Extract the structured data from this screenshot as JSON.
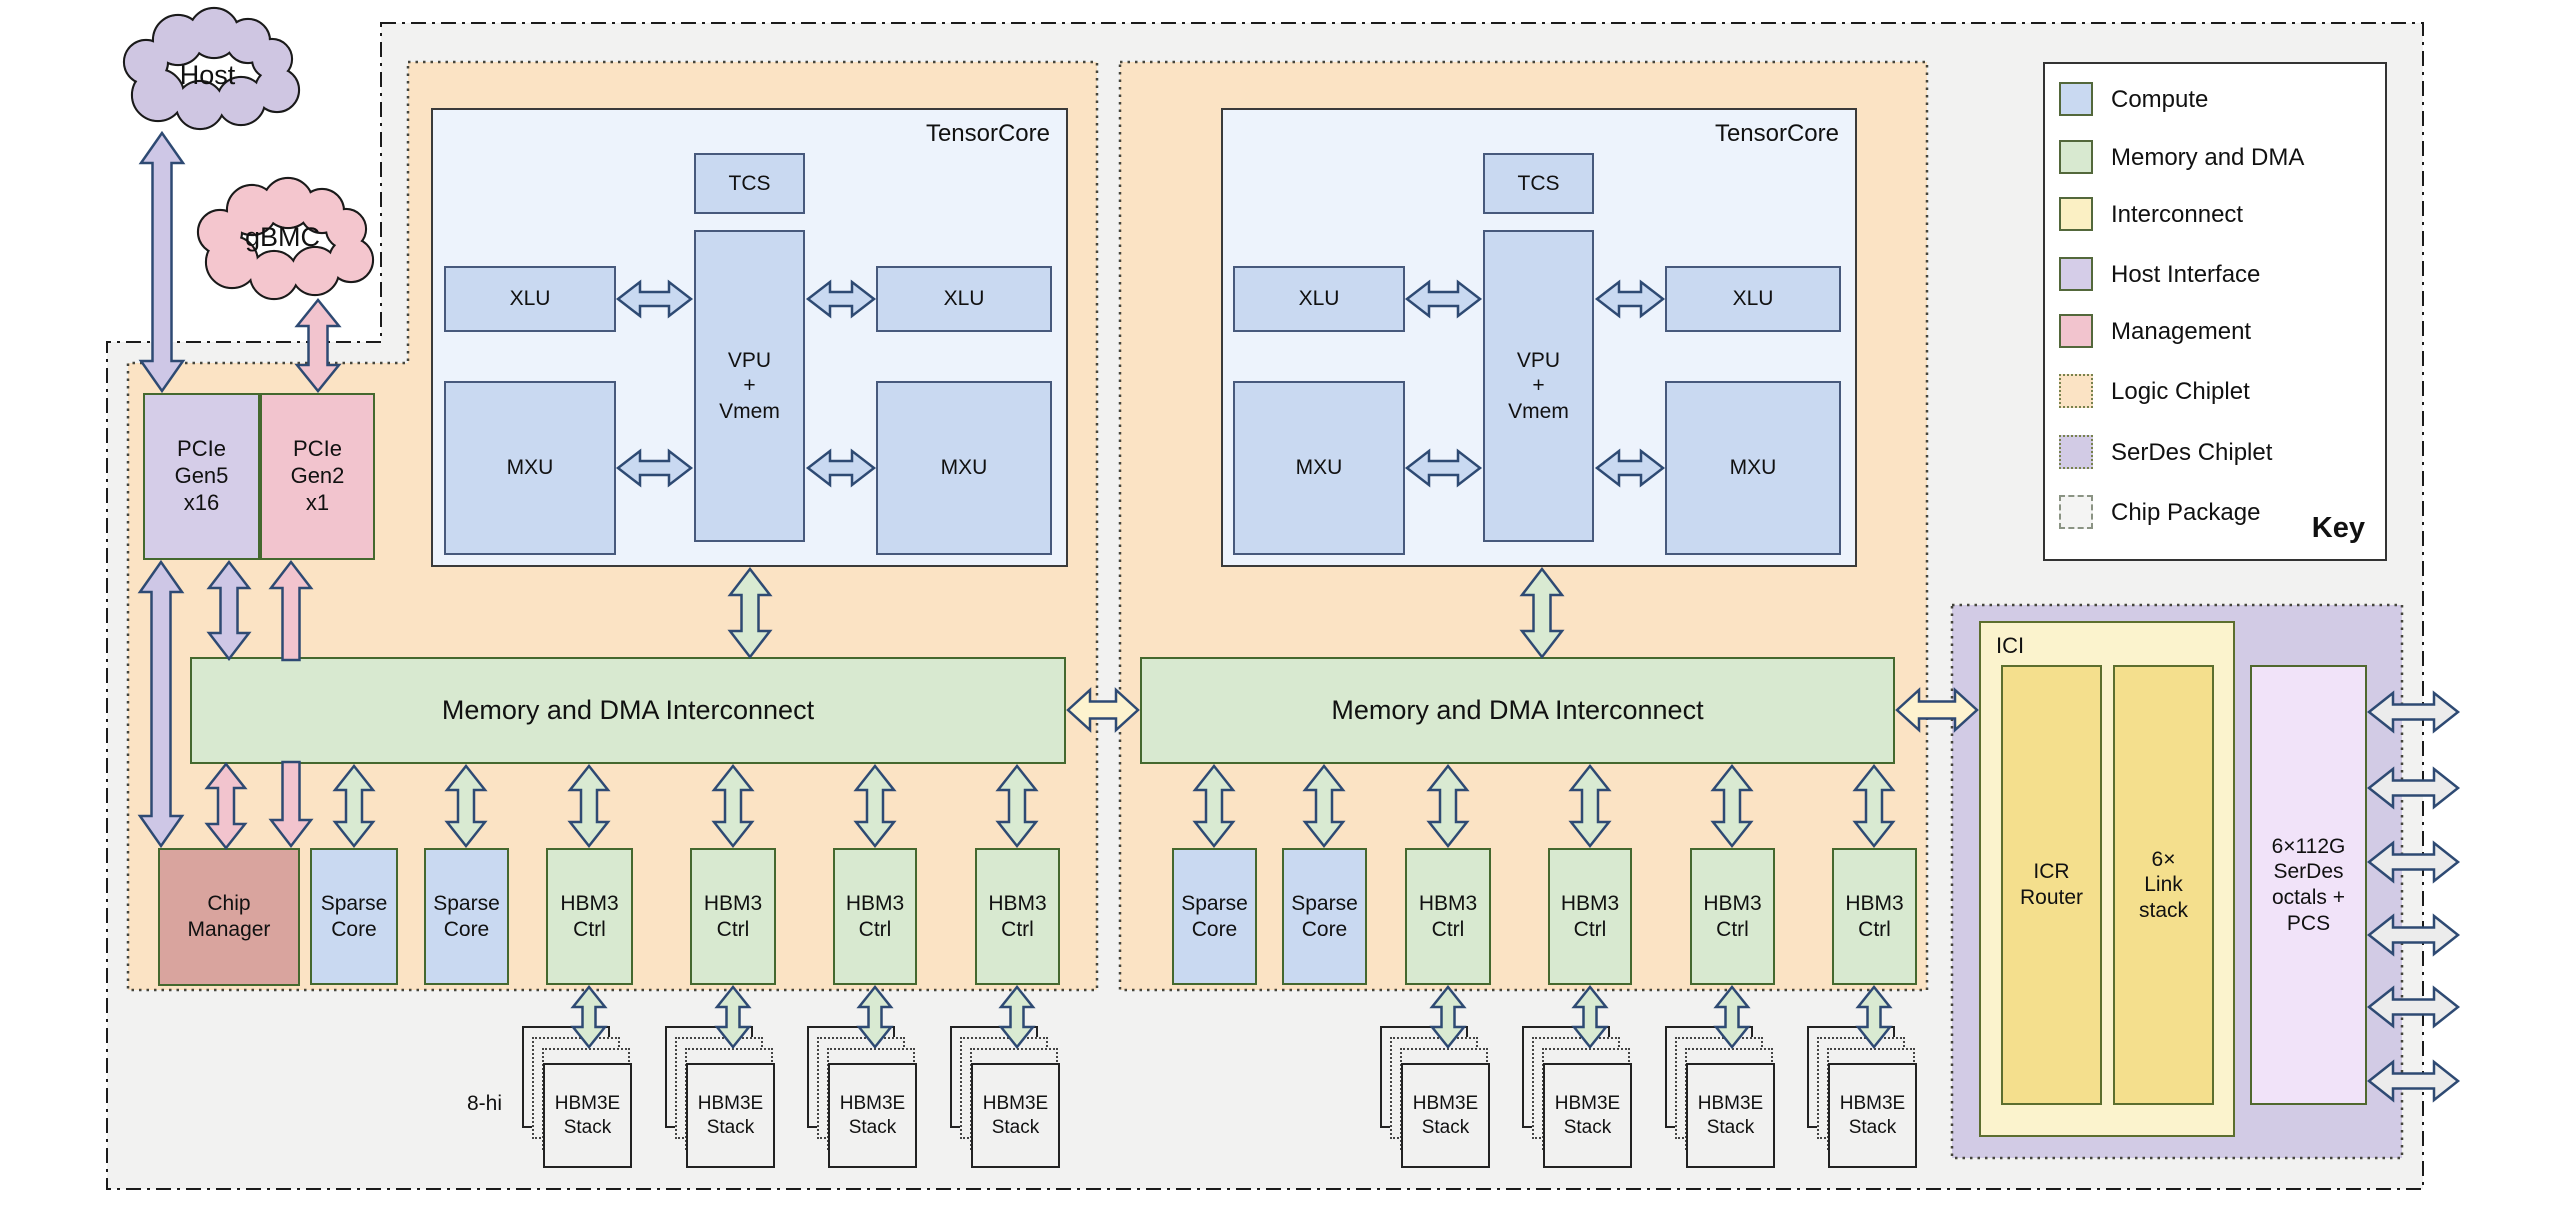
{
  "labels": {
    "host": "Host",
    "gbmc": "gBMC",
    "pcie_gen5": "PCIe\nGen5\nx16",
    "pcie_gen2": "PCIe\nGen2\nx1",
    "tensorcore": "TensorCore",
    "tcs": "TCS",
    "vpu": "VPU\n+\nVmem",
    "xlu": "XLU",
    "mxu": "MXU",
    "interconnect": "Memory and DMA Interconnect",
    "chip_manager": "Chip\nManager",
    "sparse_core": "Sparse\nCore",
    "hbm3_ctrl": "HBM3\nCtrl",
    "hbm3e_stack": "HBM3E\nStack",
    "stack_height": "8-hi",
    "ici": "ICI",
    "icr_router": "ICR\nRouter",
    "link_stack": "6×\nLink\nstack",
    "serdes_octals": "6×112G\nSerDes\noctals +\nPCS"
  },
  "key": {
    "title": "Key",
    "items": [
      {
        "label": "Compute",
        "swatch": "compute"
      },
      {
        "label": "Memory and DMA",
        "swatch": "memory"
      },
      {
        "label": "Interconnect",
        "swatch": "interconnect"
      },
      {
        "label": "Host Interface",
        "swatch": "host-interface"
      },
      {
        "label": "Management",
        "swatch": "management"
      },
      {
        "label": "Logic Chiplet",
        "swatch": "logic-chiplet"
      },
      {
        "label": "SerDes Chiplet",
        "swatch": "serdes-chiplet"
      },
      {
        "label": "Chip Package",
        "swatch": "chip-package"
      }
    ]
  },
  "colors": {
    "compute": "#c9d9f1",
    "memory": "#d8e9d0",
    "interconnect_fill": "#fbf3cd",
    "interconnect_inner": "#f4df8d",
    "host_interface": "#cec7e6",
    "management": "#f2c4ce",
    "logic_chiplet": "#fbe3c4",
    "serdes_chiplet": "#d2cbe5",
    "chip_package": "#f2f2f1",
    "chip_manager": "#d9a49e",
    "serdes_block": "#f1e3f9",
    "arrow_outline": "#2e4a73",
    "arrow_green": "#d9ead2",
    "arrow_gray": "#ececec",
    "arrow_yellow": "#fdf3cf",
    "arrow_blue": "#c9d9f1",
    "cloud_host": "#cfc6e2",
    "cloud_gbmc": "#f4c6ce"
  }
}
